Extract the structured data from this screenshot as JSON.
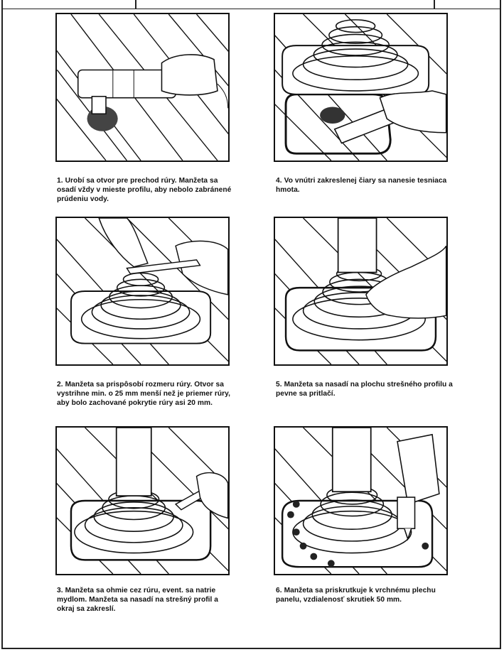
{
  "steps": [
    {
      "num": "1.",
      "text": "Urobí sa otvor pre prechod rúry. Manžeta sa osadí vždy v mieste profilu, aby nebolo zabránené prúdeniu vody."
    },
    {
      "num": "2.",
      "text": "Manžeta sa prispôsobí rozmeru rúry. Otvor sa vystrihne min. o 25 mm menší než je priemer rúry, aby bolo zachované pokrytie rúry asi 20 mm."
    },
    {
      "num": "3.",
      "text": "Manžeta sa ohmie cez rúru, event. sa natrie mydlom. Manžeta sa nasadí na strešný profil a okraj sa zakreslí."
    },
    {
      "num": "4.",
      "text": "Vo vnútri zakreslenej čiary sa nanesie tesniaca hmota."
    },
    {
      "num": "5.",
      "text": "Manžeta sa nasadí na plochu strešného profilu a pevne sa pritlačí."
    },
    {
      "num": "6.",
      "text": "Manžeta sa priskrutkuje k vrchnému plechu panelu, vzdialenosť skrutiek 50 mm."
    }
  ],
  "illustrations": [
    {
      "name": "drill-cutting-hole-illustration"
    },
    {
      "name": "scissors-trimming-collar-illustration"
    },
    {
      "name": "marker-outline-illustration"
    },
    {
      "name": "sealant-gun-illustration"
    },
    {
      "name": "hand-pressing-collar-illustration"
    },
    {
      "name": "drill-screwing-collar-illustration"
    }
  ]
}
